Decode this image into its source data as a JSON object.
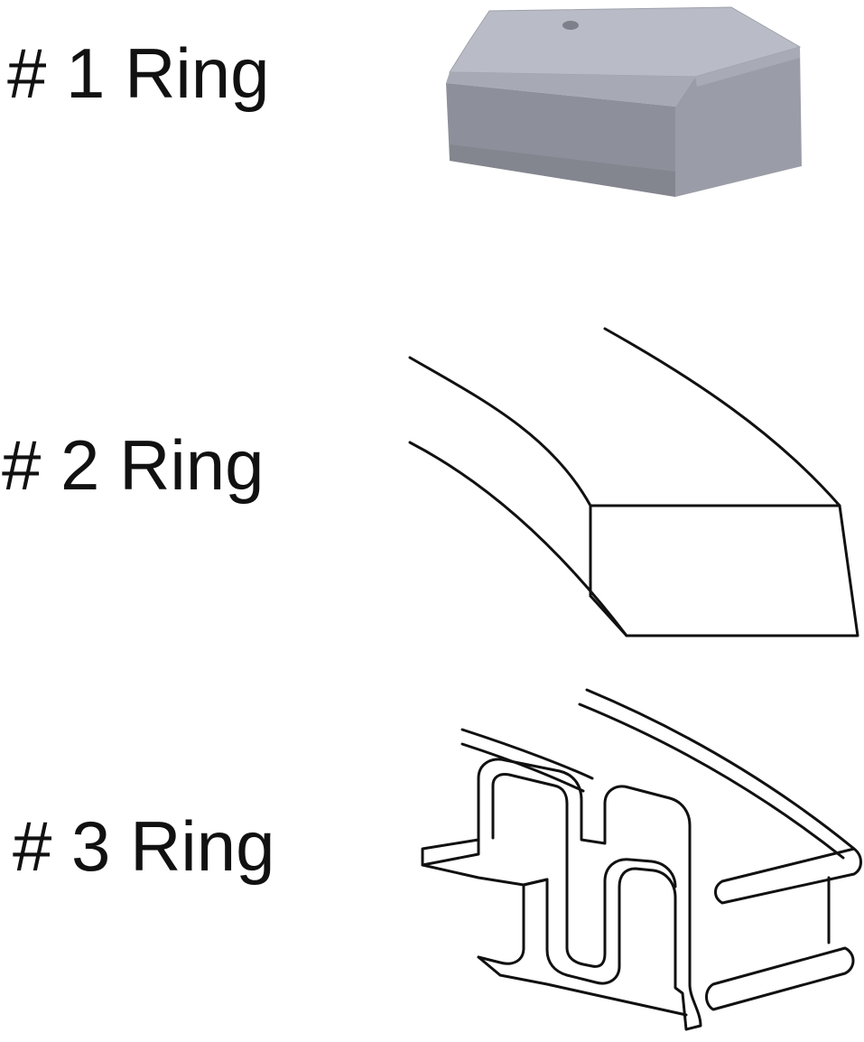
{
  "rings": [
    {
      "label": "# 1 Ring",
      "profile": "rectangular-block-with-bevel"
    },
    {
      "label": "# 2 Ring",
      "profile": "tapered-face-curved-segment"
    },
    {
      "label": "# 3 Ring",
      "profile": "oil-control-expander"
    }
  ],
  "colors": {
    "text": "#111111",
    "block_top": "#b9bcc6",
    "block_bevel": "#a9acb6",
    "block_front": "#8d909a",
    "block_side": "#9c9fa9",
    "line_art": "#111111"
  }
}
